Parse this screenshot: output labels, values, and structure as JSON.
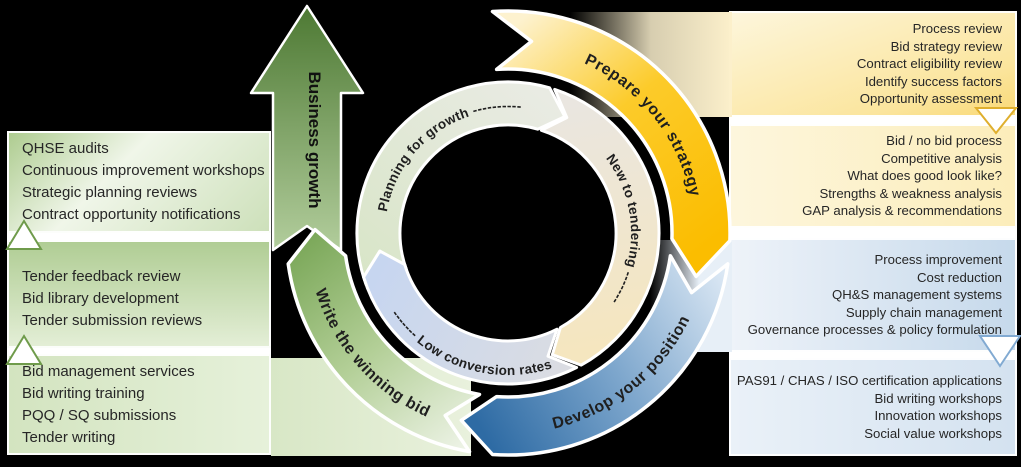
{
  "title": "Business growth tendering cycle diagram",
  "center_arrow": {
    "label": "Business growth"
  },
  "outer_ring": {
    "prepare": {
      "label": "Prepare your strategy",
      "color": "#fbbd00"
    },
    "develop": {
      "label": "Develop your position",
      "color": "#2e6ba4"
    },
    "write": {
      "label": "Write the winning bid",
      "color": "#7aa758"
    }
  },
  "inner_ring": {
    "planning": {
      "label": "Planning for growth ----------"
    },
    "tendering": {
      "label": "New to tendering -------"
    },
    "lowconv": {
      "label": "------- Low conversion rates"
    }
  },
  "left_panels": [
    {
      "items": [
        "QHSE audits",
        "Continuous improvement workshops",
        "Strategic planning reviews",
        "Contract opportunity notifications"
      ]
    },
    {
      "items": [
        "Tender feedback review",
        "Bid library development",
        "Tender submission reviews"
      ]
    },
    {
      "items": [
        "Bid management services",
        "Bid writing training",
        "PQQ / SQ submissions",
        "Tender writing"
      ]
    }
  ],
  "right_panels": [
    {
      "items": [
        "Process review",
        "Bid strategy review",
        "Contract eligibility review",
        "Identify success factors",
        "Opportunity assessment"
      ]
    },
    {
      "items": [
        "Bid / no bid process",
        "Competitive analysis",
        "What does good look like?",
        "Strengths & weakness analysis",
        "GAP analysis & recommendations"
      ]
    },
    {
      "items": [
        "Process improvement",
        "Cost reduction",
        "QH&S management systems",
        "Supply chain management",
        "Governance processes & policy formulation"
      ]
    },
    {
      "items": [
        "PAS91 / CHAS / ISO certification applications",
        "Bid writing workshops",
        "Innovation workshops",
        "Social value workshops"
      ]
    }
  ],
  "colors": {
    "background": "#000000",
    "arrow_green_dark": "#4d7933",
    "arrow_green_light": "#b2cd9c",
    "panel_green": "#cde0ba",
    "panel_yellow": "#fbe59d",
    "panel_blue": "#c6d9eb",
    "triangle_green_border": "#6f9b4b",
    "triangle_yellow_border": "#dfaf2e",
    "triangle_blue_border": "#82aad2"
  }
}
